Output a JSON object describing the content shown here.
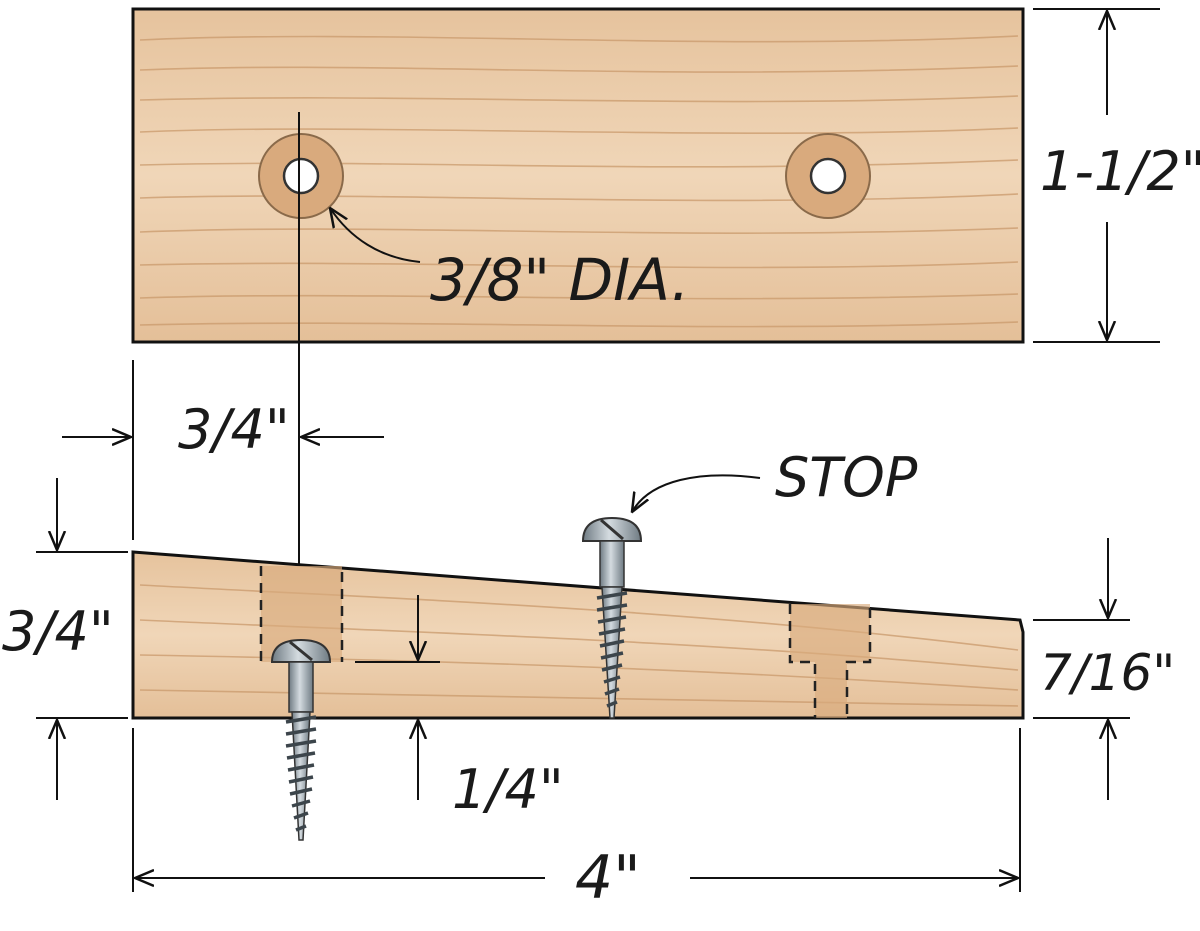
{
  "labels": {
    "hole_dia": "3/8\" DIA.",
    "height_top": "1-1/2\"",
    "offset": "3/4\"",
    "stop": "STOP",
    "thick_left": "3/4\"",
    "thick_right": "7/16\"",
    "screw_depth": "1/4\"",
    "length": "4\""
  },
  "colors": {
    "wood": "#e9c7a2",
    "wood_light": "#f2d9bc",
    "grain": "#c99a6c",
    "counterbore": "#d9aa7d",
    "screw": "#9aa6ad",
    "ink": "#111111"
  }
}
